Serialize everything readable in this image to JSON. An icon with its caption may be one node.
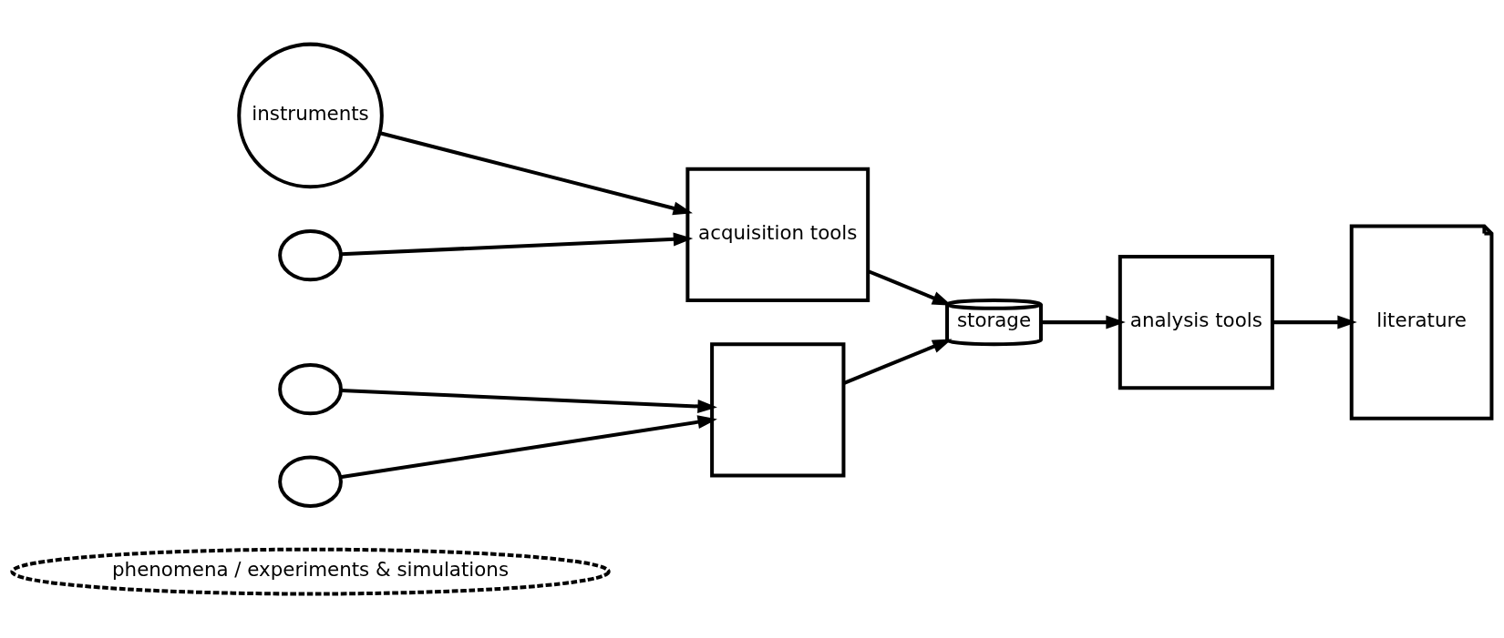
{
  "diagram": {
    "nodes": [
      {
        "text": [
          "phenomena / experiments & simulations"
        ]
      },
      {
        "text": [
          "instruments"
        ]
      },
      {
        "text": [],
        "shape": "circle"
      },
      {
        "text": [],
        "shape": "circle"
      },
      {
        "text": [],
        "shape": "circle"
      },
      {
        "text": [
          "acquisition tools"
        ]
      },
      {
        "text": [],
        "shape": "box"
      },
      {
        "text": [
          "storage"
        ]
      },
      {
        "text": [
          "analysis tools"
        ]
      },
      {
        "text": [
          "literature"
        ]
      }
    ],
    "edges": [
      {
        "from": 1,
        "to": 5,
        "arrow": "to"
      },
      {
        "from": 2,
        "to": 5,
        "arrow": "to"
      },
      {
        "from": 3,
        "to": 6,
        "arrow": "to"
      },
      {
        "from": 4,
        "to": 6,
        "arrow": "to"
      },
      {
        "from": 5,
        "to": 7,
        "arrow": "to"
      },
      {
        "from": 6,
        "to": 7,
        "arrow": "to"
      },
      {
        "from": 7,
        "to": 8,
        "arrow": "to"
      },
      {
        "from": 8,
        "to": 9,
        "arrow": "to"
      }
    ]
  }
}
